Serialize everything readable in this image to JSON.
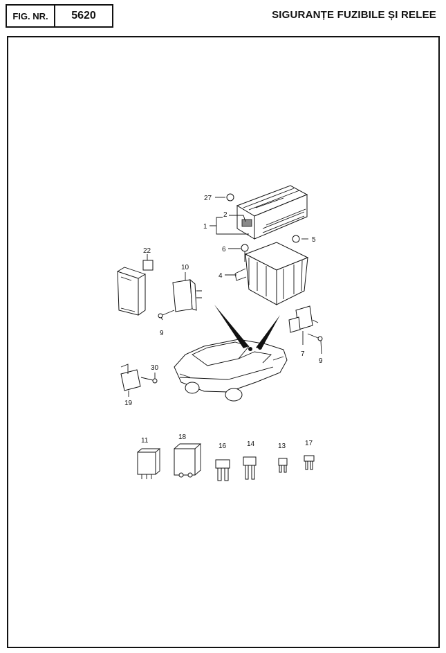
{
  "header": {
    "fig_label": "FIG. NR.",
    "fig_number": "5620",
    "title": "SIGURANȚE FUZIBILE ȘI RELEE"
  },
  "callouts": {
    "c1": "1",
    "c2": "2",
    "c4": "4",
    "c5": "5",
    "c6": "6",
    "c7": "7",
    "c9a": "9",
    "c9b": "9",
    "c10": "10",
    "c11": "11",
    "c13": "13",
    "c14": "14",
    "c16": "16",
    "c17": "17",
    "c18": "18",
    "c19": "19",
    "c22": "22",
    "c27": "27",
    "c30": "30"
  }
}
